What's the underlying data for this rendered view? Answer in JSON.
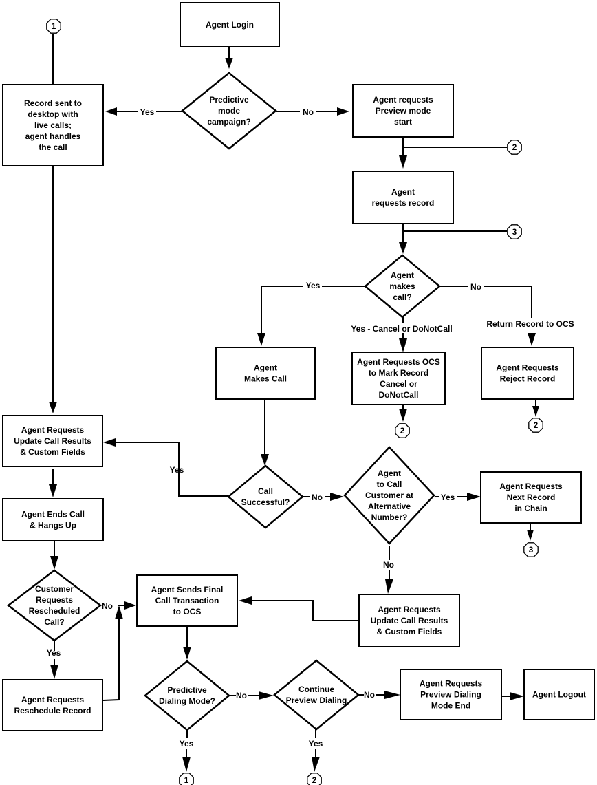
{
  "diagram": {
    "type": "flowchart",
    "colors": {
      "stroke": "#000000",
      "fill": "#ffffff",
      "text": "#000000"
    },
    "nodes": [
      {
        "id": "login",
        "shape": "box",
        "lines": [
          "Agent Login"
        ]
      },
      {
        "id": "predictive_campaign",
        "shape": "diamond",
        "lines": [
          "Predictive",
          "mode",
          "campaign?"
        ]
      },
      {
        "id": "record_sent",
        "shape": "box",
        "lines": [
          "Record sent to",
          "desktop with",
          "live calls;",
          "agent handles",
          "the call"
        ]
      },
      {
        "id": "preview_start",
        "shape": "box",
        "lines": [
          "Agent requests",
          "Preview mode",
          "start"
        ]
      },
      {
        "id": "requests_record",
        "shape": "box",
        "lines": [
          "Agent",
          "requests record"
        ]
      },
      {
        "id": "makes_call_q",
        "shape": "diamond",
        "lines": [
          "Agent",
          "makes",
          "call?"
        ]
      },
      {
        "id": "makes_call",
        "shape": "box",
        "lines": [
          "Agent",
          "Makes Call"
        ]
      },
      {
        "id": "mark_cancel",
        "shape": "box",
        "lines": [
          "Agent Requests OCS",
          "to Mark Record",
          "Cancel or",
          "DoNotCall"
        ]
      },
      {
        "id": "reject",
        "shape": "box",
        "lines": [
          "Agent Requests",
          "Reject Record"
        ]
      },
      {
        "id": "update_left",
        "shape": "box",
        "lines": [
          "Agent Requests",
          "Update Call Results",
          "& Custom Fields"
        ]
      },
      {
        "id": "call_success",
        "shape": "diamond",
        "lines": [
          "Call",
          "Successful?"
        ]
      },
      {
        "id": "alt_number",
        "shape": "diamond",
        "lines": [
          "Agent",
          "to Call",
          "Customer at",
          "Alternative",
          "Number?"
        ]
      },
      {
        "id": "next_record",
        "shape": "box",
        "lines": [
          "Agent Requests",
          "Next Record",
          "in Chain"
        ]
      },
      {
        "id": "ends_call",
        "shape": "box",
        "lines": [
          "Agent Ends Call",
          "& Hangs Up"
        ]
      },
      {
        "id": "resched_q",
        "shape": "diamond",
        "lines": [
          "Customer",
          "Requests",
          "Rescheduled",
          "Call?"
        ]
      },
      {
        "id": "final_txn",
        "shape": "box",
        "lines": [
          "Agent Sends Final",
          "Call Transaction",
          "to OCS"
        ]
      },
      {
        "id": "update_right",
        "shape": "box",
        "lines": [
          "Agent Requests",
          "Update Call Results",
          "& Custom Fields"
        ]
      },
      {
        "id": "resched_record",
        "shape": "box",
        "lines": [
          "Agent Requests",
          "Reschedule Record"
        ]
      },
      {
        "id": "pred_dialing_q",
        "shape": "diamond",
        "lines": [
          "Predictive",
          "Dialing Mode?"
        ]
      },
      {
        "id": "continue_preview_q",
        "shape": "diamond",
        "lines": [
          "Continue",
          "Preview Dialing"
        ]
      },
      {
        "id": "preview_end",
        "shape": "box",
        "lines": [
          "Agent Requests",
          "Preview Dialing",
          "Mode End"
        ]
      },
      {
        "id": "logout",
        "shape": "box",
        "lines": [
          "Agent Logout"
        ]
      }
    ],
    "connectors": [
      {
        "id": "c1_top",
        "label": "1"
      },
      {
        "id": "c2_preview",
        "label": "2"
      },
      {
        "id": "c3_record",
        "label": "3"
      },
      {
        "id": "c2_cancel",
        "label": "2"
      },
      {
        "id": "c2_reject",
        "label": "2"
      },
      {
        "id": "c3_next",
        "label": "3"
      },
      {
        "id": "c1_bottom",
        "label": "1"
      },
      {
        "id": "c2_bottom",
        "label": "2"
      }
    ],
    "edge_labels": {
      "predictive_yes": "Yes",
      "predictive_no": "No",
      "makes_call_yes": "Yes",
      "makes_call_no": "No",
      "makes_call_cancel": "Yes - Cancel or DoNotCall",
      "return_record": "Return Record to OCS",
      "call_success_yes": "Yes",
      "call_success_no": "No",
      "alt_yes": "Yes",
      "alt_no": "No",
      "resched_no": "No",
      "resched_yes": "Yes",
      "pred_dialing_no": "No",
      "pred_dialing_yes": "Yes",
      "continue_no": "No",
      "continue_yes": "Yes"
    }
  }
}
